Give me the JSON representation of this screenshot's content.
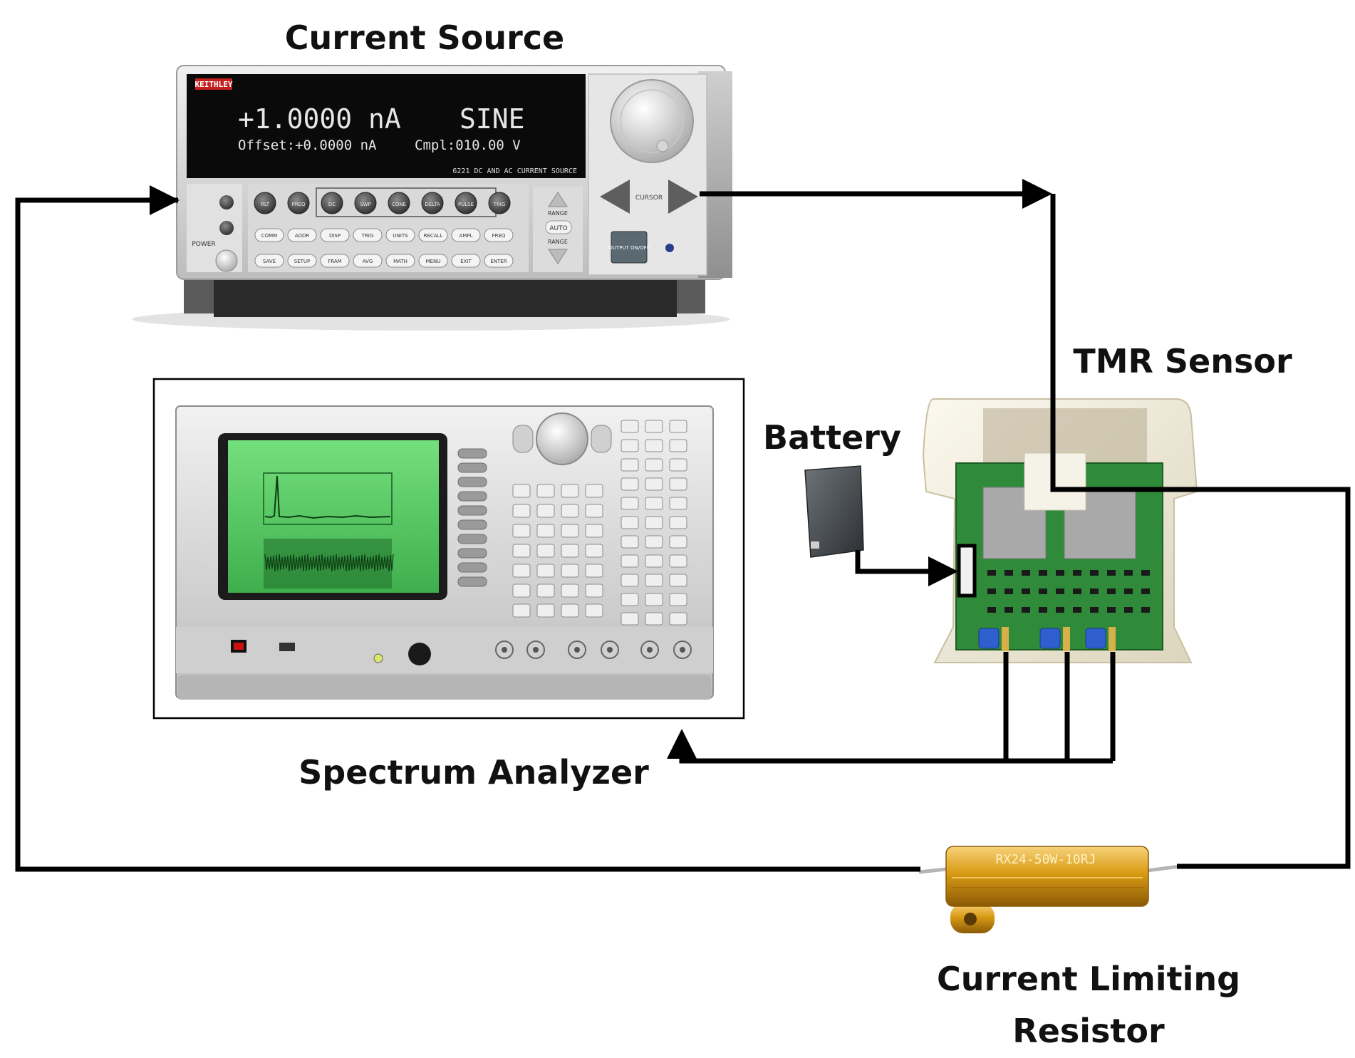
{
  "labels": {
    "current_source": "Current Source",
    "tmr_sensor": "TMR Sensor",
    "battery": "Battery",
    "spectrum_analyzer": "Spectrum Analyzer",
    "resistor_line1": "Current Limiting",
    "resistor_line2": "Resistor"
  },
  "current_source": {
    "brand": "KEITHLEY",
    "display_line1_value": "+1.0000 nA",
    "display_line1_mode": "SINE",
    "display_line2_offset": "Offset:+0.0000 nA",
    "display_line2_compliance": "Cmpl:010.00 V",
    "model_label": "6221 DC AND AC CURRENT SOURCE",
    "power_label": "POWER",
    "cursor_label": "CURSOR",
    "output_label": "OUTPUT ON/OFF",
    "range_label": "RANGE",
    "auto_label": "AUTO",
    "top_buttons": [
      "RLT",
      "PREQ",
      "DC",
      "SWP",
      "CONE",
      "DELTA",
      "PULSE",
      "TRIG"
    ],
    "row2_buttons": [
      "COMM",
      "ADDR",
      "DISP",
      "TRIG",
      "UNITS",
      "RECALL",
      "AMPL",
      "FREQ"
    ],
    "row3_buttons": [
      "SAVE",
      "SETUP",
      "FRAM",
      "AVG",
      "MATH",
      "MENU",
      "EXIT",
      "ENTER"
    ]
  },
  "resistor": {
    "marking": "RX24-50W-10RJ"
  },
  "colors": {
    "wire": "#000000",
    "analyzer_screen": "#5fcf6a",
    "resistor_gold": "#d9a21a",
    "pcb_green": "#2f8a3a",
    "sensor_housing": "#f3eedc",
    "display_text": "#e6e6e6"
  }
}
